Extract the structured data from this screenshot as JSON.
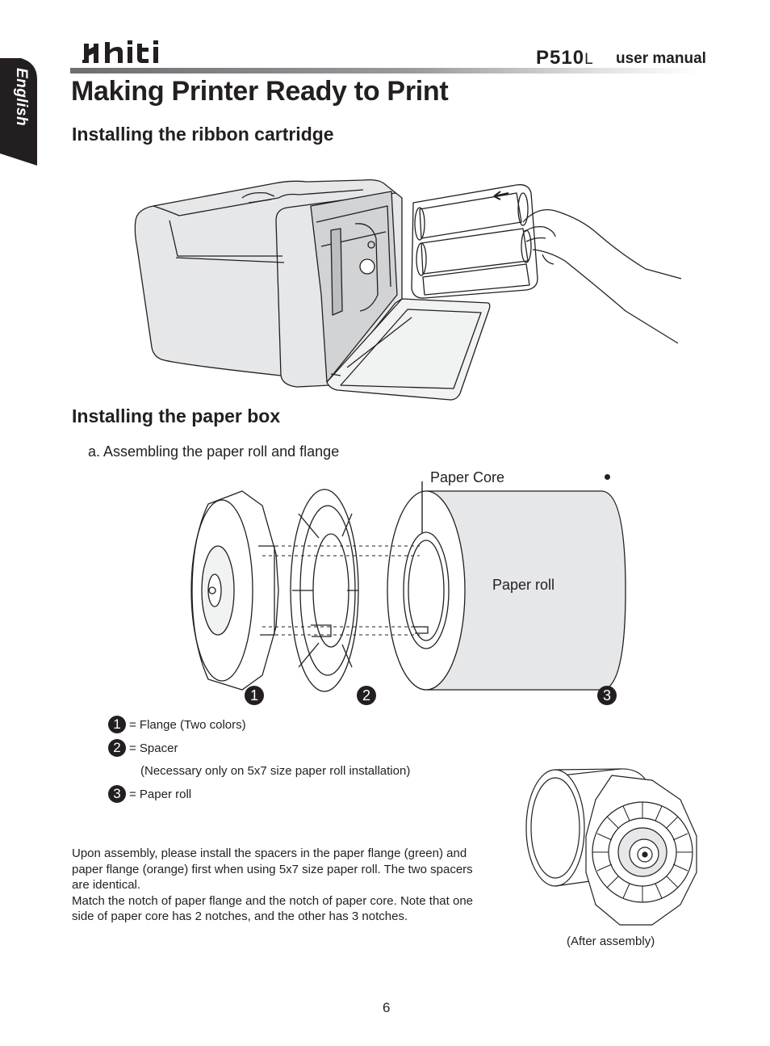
{
  "sidebar": {
    "language": "English"
  },
  "header": {
    "model": "P510",
    "model_suffix": "L",
    "manual_label": "user manual"
  },
  "title": "Making Printer Ready to Print",
  "section1": {
    "heading": "Installing the ribbon cartridge"
  },
  "section2": {
    "heading": "Installing the paper box",
    "subheading": "a. Assembling the paper roll and flange",
    "label_core": "Paper Core",
    "label_roll": "Paper roll",
    "callouts": [
      "1",
      "2",
      "3"
    ],
    "legend": [
      {
        "num": "1",
        "text": "= Flange (Two colors)"
      },
      {
        "num": "2",
        "text": "= Spacer"
      },
      {
        "num": "",
        "text": "(Necessary only on 5x7 size paper roll installation)"
      },
      {
        "num": "3",
        "text": "= Paper roll"
      }
    ],
    "note_lines": [
      "Upon assembly, please install the spacers in the paper flange (green) and",
      "paper flange (orange) first when using 5x7 size paper roll. The two spacers",
      "are identical.",
      "Match the notch of paper flange and the notch of paper core. Note that one",
      "side of paper core has 2 notches, and the other has 3 notches."
    ],
    "caption": "(After assembly)"
  },
  "page_number": "6"
}
